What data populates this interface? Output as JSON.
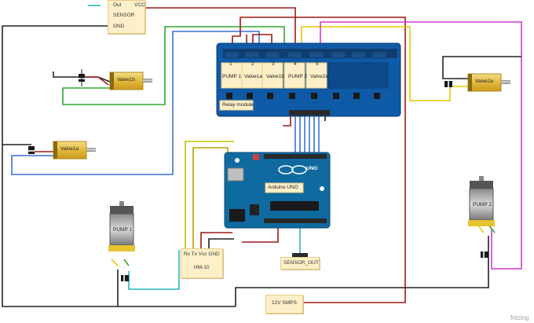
{
  "sensor": {
    "out": "Out",
    "vcc": "VCC",
    "name": "SENSOR",
    "gnd": "GND"
  },
  "relay": {
    "numbers": [
      "1",
      "2",
      "3",
      "4",
      "5"
    ],
    "channels": [
      "PUMP 1",
      "Valve1a",
      "Valve1b",
      "PUMP 2",
      "Valve2a"
    ],
    "label": "Relay module"
  },
  "valves": {
    "v1b": "Valve1b",
    "v1a": "Valve1a",
    "v2a": "Valve2a"
  },
  "pumps": {
    "p1": "PUMP 1",
    "p2": "PUMP 2"
  },
  "arduino": {
    "label": "Arduino UNO",
    "brand": "UNO"
  },
  "hm10": {
    "pins": "Rx  Tx Vcc GND",
    "name": "HM-10"
  },
  "sensor_out": "SENSOR_OUT",
  "smps": "12V  SMPS",
  "watermark": "fritzing",
  "colors": {
    "red": "#a01818",
    "black": "#222222",
    "green": "#2ea72e",
    "blue": "#3a6fd8",
    "cyan": "#2ab6c6",
    "yellow": "#e4c800",
    "magenta": "#d23ad2",
    "olive": "#b8a000",
    "board": "#0f5aa6",
    "note": "#fdf0c8"
  }
}
